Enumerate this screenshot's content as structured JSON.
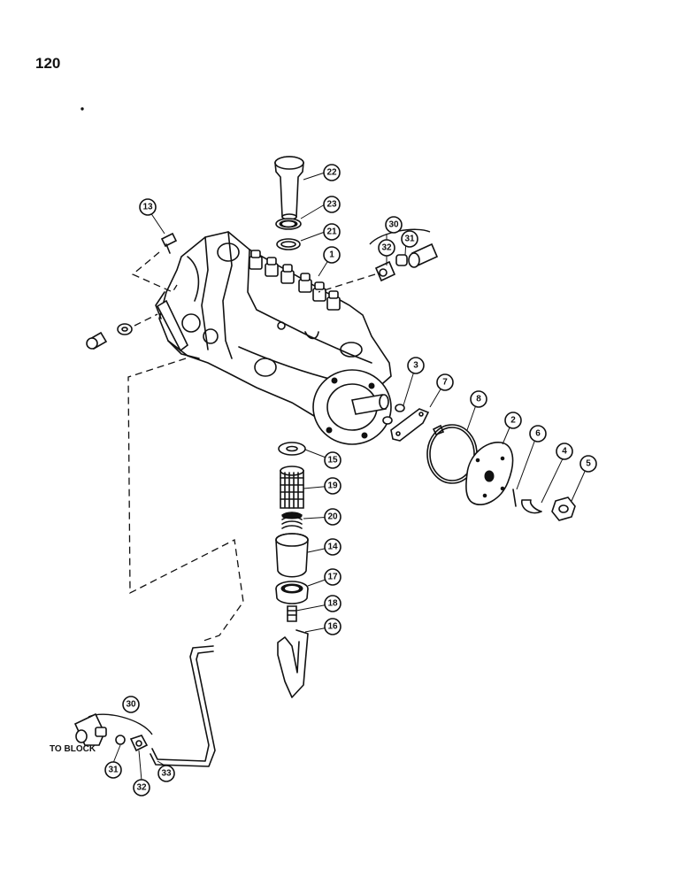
{
  "page": {
    "number": "120"
  },
  "labels": {
    "to_block": "TO BLOCK"
  },
  "callouts": [
    "1",
    "2",
    "3",
    "4",
    "5",
    "6",
    "7",
    "8",
    "13",
    "14",
    "15",
    "16",
    "17",
    "18",
    "19",
    "20",
    "21",
    "22",
    "23",
    "30",
    "31",
    "32",
    "30",
    "31",
    "32",
    "33"
  ]
}
